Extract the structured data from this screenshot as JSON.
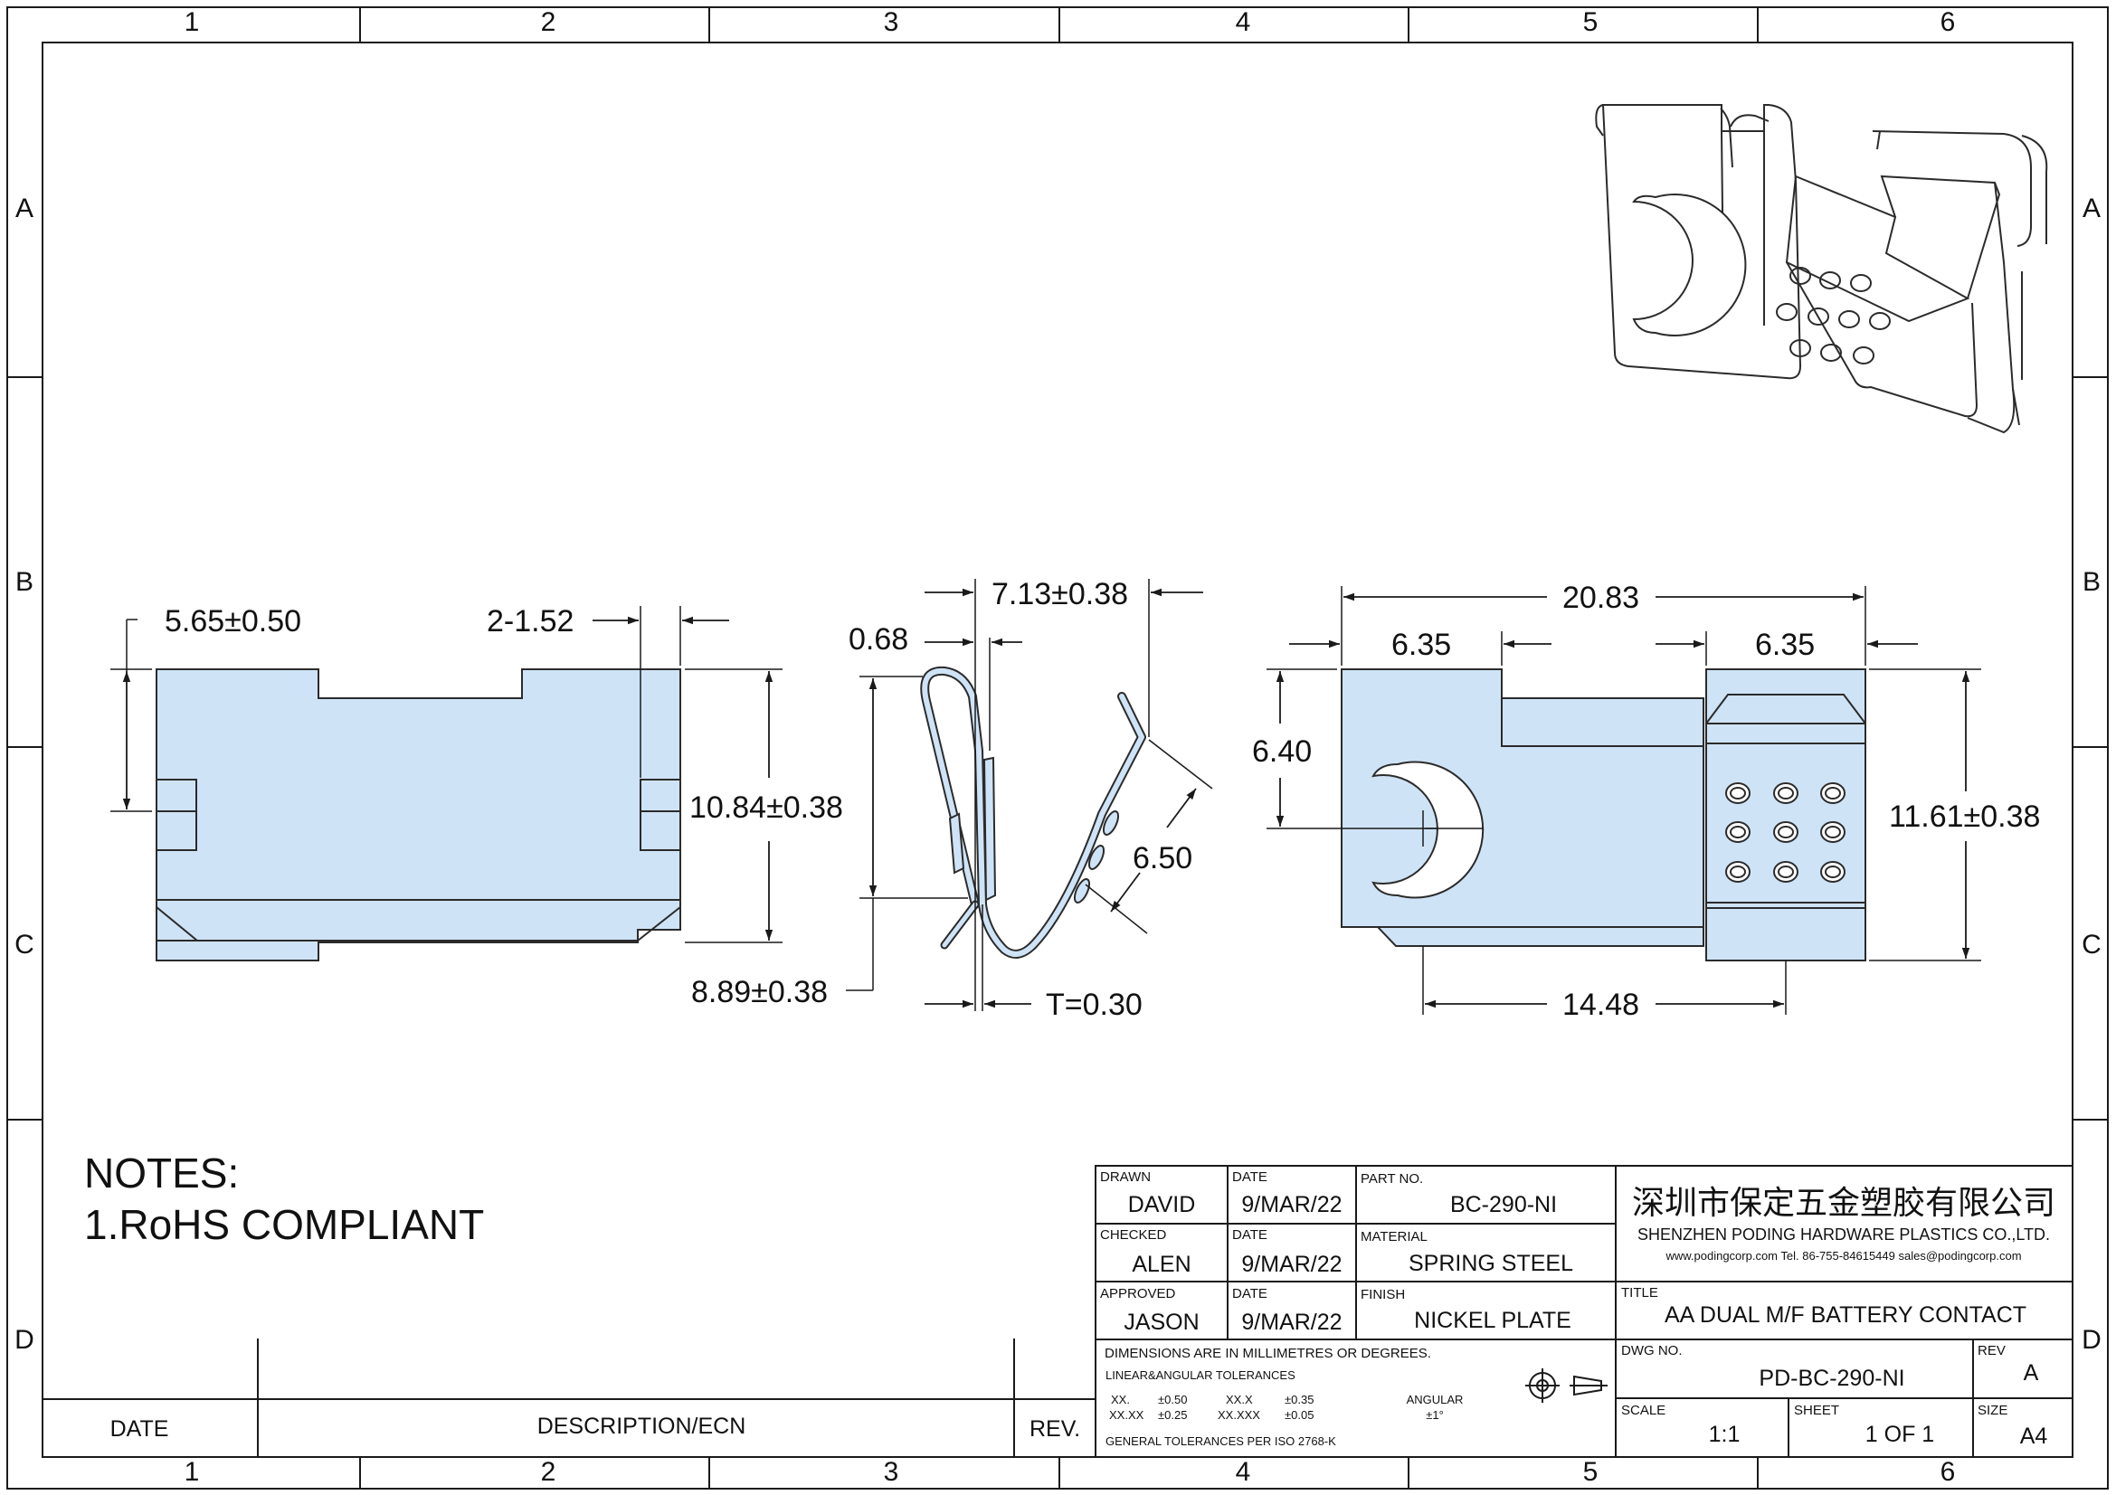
{
  "border": {
    "columns": [
      "1",
      "2",
      "3",
      "4",
      "5",
      "6"
    ],
    "rows": [
      "A",
      "B",
      "C",
      "D"
    ]
  },
  "dimensions": {
    "side_view": {
      "d1": "5.65±0.50",
      "d2": "2-1.52",
      "d3": "10.84±0.38"
    },
    "profile_view": {
      "d1": "7.13±0.38",
      "d2": "0.68",
      "d3": "6.50",
      "d4": "8.89±0.38",
      "d5": "T=0.30"
    },
    "front_view": {
      "d1": "20.83",
      "d2": "6.35",
      "d3": "6.35",
      "d4": "6.40",
      "d5": "11.61±0.38",
      "d6": "14.48"
    }
  },
  "notes": {
    "heading": "NOTES:",
    "item1": "1.RoHS COMPLIANT"
  },
  "revision_block": {
    "date_header": "DATE",
    "description_header": "DESCRIPTION/ECN",
    "rev_header": "REV."
  },
  "title_block": {
    "drawn_label": "DRAWN",
    "drawn_value": "DAVID",
    "checked_label": "CHECKED",
    "checked_value": "ALEN",
    "approved_label": "APPROVED",
    "approved_value": "JASON",
    "date_label": "DATE",
    "date_drawn": "9/MAR/22",
    "date_checked": "9/MAR/22",
    "date_approved": "9/MAR/22",
    "part_no_label": "PART NO.",
    "part_no_value": "BC-290-NI",
    "material_label": "MATERIAL",
    "material_value": "SPRING STEEL",
    "finish_label": "FINISH",
    "finish_value": "NICKEL PLATE",
    "company_cn": "深圳市保定五金塑胶有限公司",
    "company_en": "SHENZHEN PODING HARDWARE PLASTICS CO.,LTD.",
    "company_contact": "www.podingcorp.com   Tel. 86-755-84615449   sales@podingcorp.com",
    "title_label": "TITLE",
    "title_value": "AA DUAL M/F BATTERY CONTACT",
    "dims_note": "DIMENSIONS ARE IN MILLIMETRES OR DEGREES.",
    "tol_heading": "LINEAR&ANGULAR TOLERANCES",
    "tol_xx": "XX.",
    "tol_xx_val": "±0.50",
    "tol_xxx": "XX.X",
    "tol_xxx_val": "±0.35",
    "tol_xxxx": "XX.XX",
    "tol_xxxx_val": "±0.25",
    "tol_xxxxx": "XX.XXX",
    "tol_xxxxx_val": "±0.05",
    "angular_label": "ANGULAR",
    "angular_val": "±1°",
    "general_tol": "GENERAL TOLERANCES PER ISO 2768-K",
    "dwg_no_label": "DWG NO.",
    "dwg_no_value": "PD-BC-290-NI",
    "rev_label": "REV",
    "rev_value": "A",
    "scale_label": "SCALE",
    "scale_value": "1:1",
    "sheet_label": "SHEET",
    "sheet_value": "1 OF 1",
    "size_label": "SIZE",
    "size_value": "A4"
  }
}
